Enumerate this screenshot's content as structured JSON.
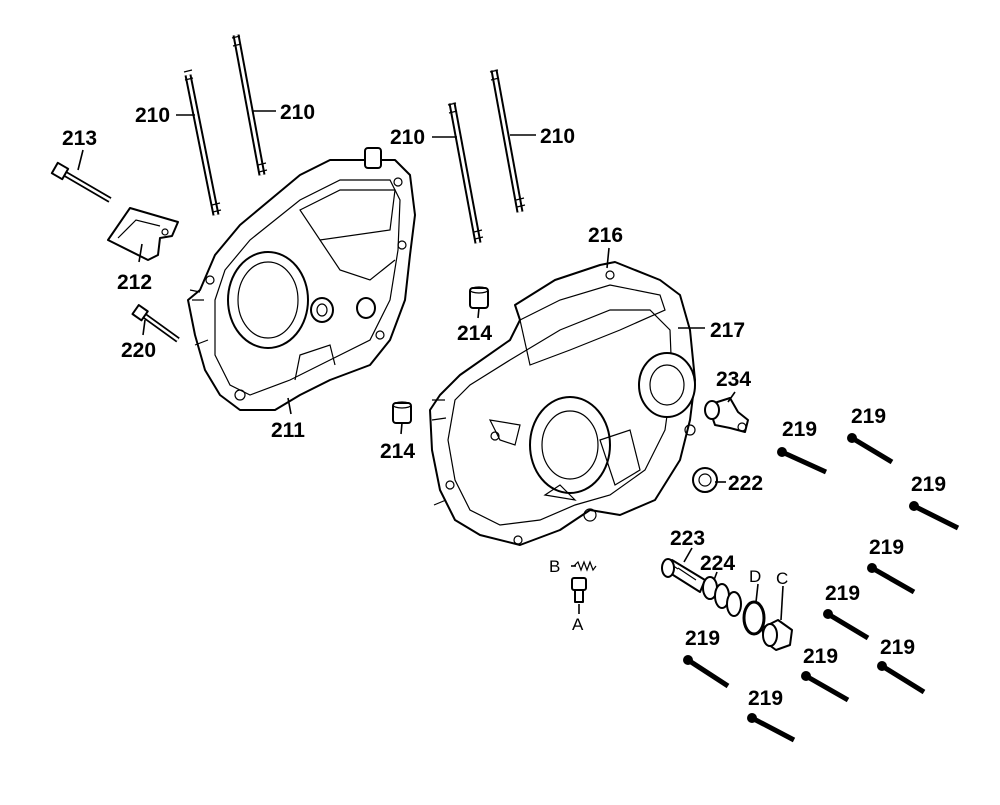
{
  "labels": {
    "p210a": "210",
    "p210b": "210",
    "p210c": "210",
    "p210d": "210",
    "p211": "211",
    "p212": "212",
    "p213": "213",
    "p214a": "214",
    "p214b": "214",
    "p216": "216",
    "p217": "217",
    "p219a": "219",
    "p219b": "219",
    "p219c": "219",
    "p219d": "219",
    "p219e": "219",
    "p219f": "219",
    "p219g": "219",
    "p219h": "219",
    "p219i": "219",
    "p220": "220",
    "p222": "222",
    "p223": "223",
    "p224": "224",
    "p234": "234",
    "refA": "A",
    "refB": "B",
    "refC": "C",
    "refD": "D"
  }
}
